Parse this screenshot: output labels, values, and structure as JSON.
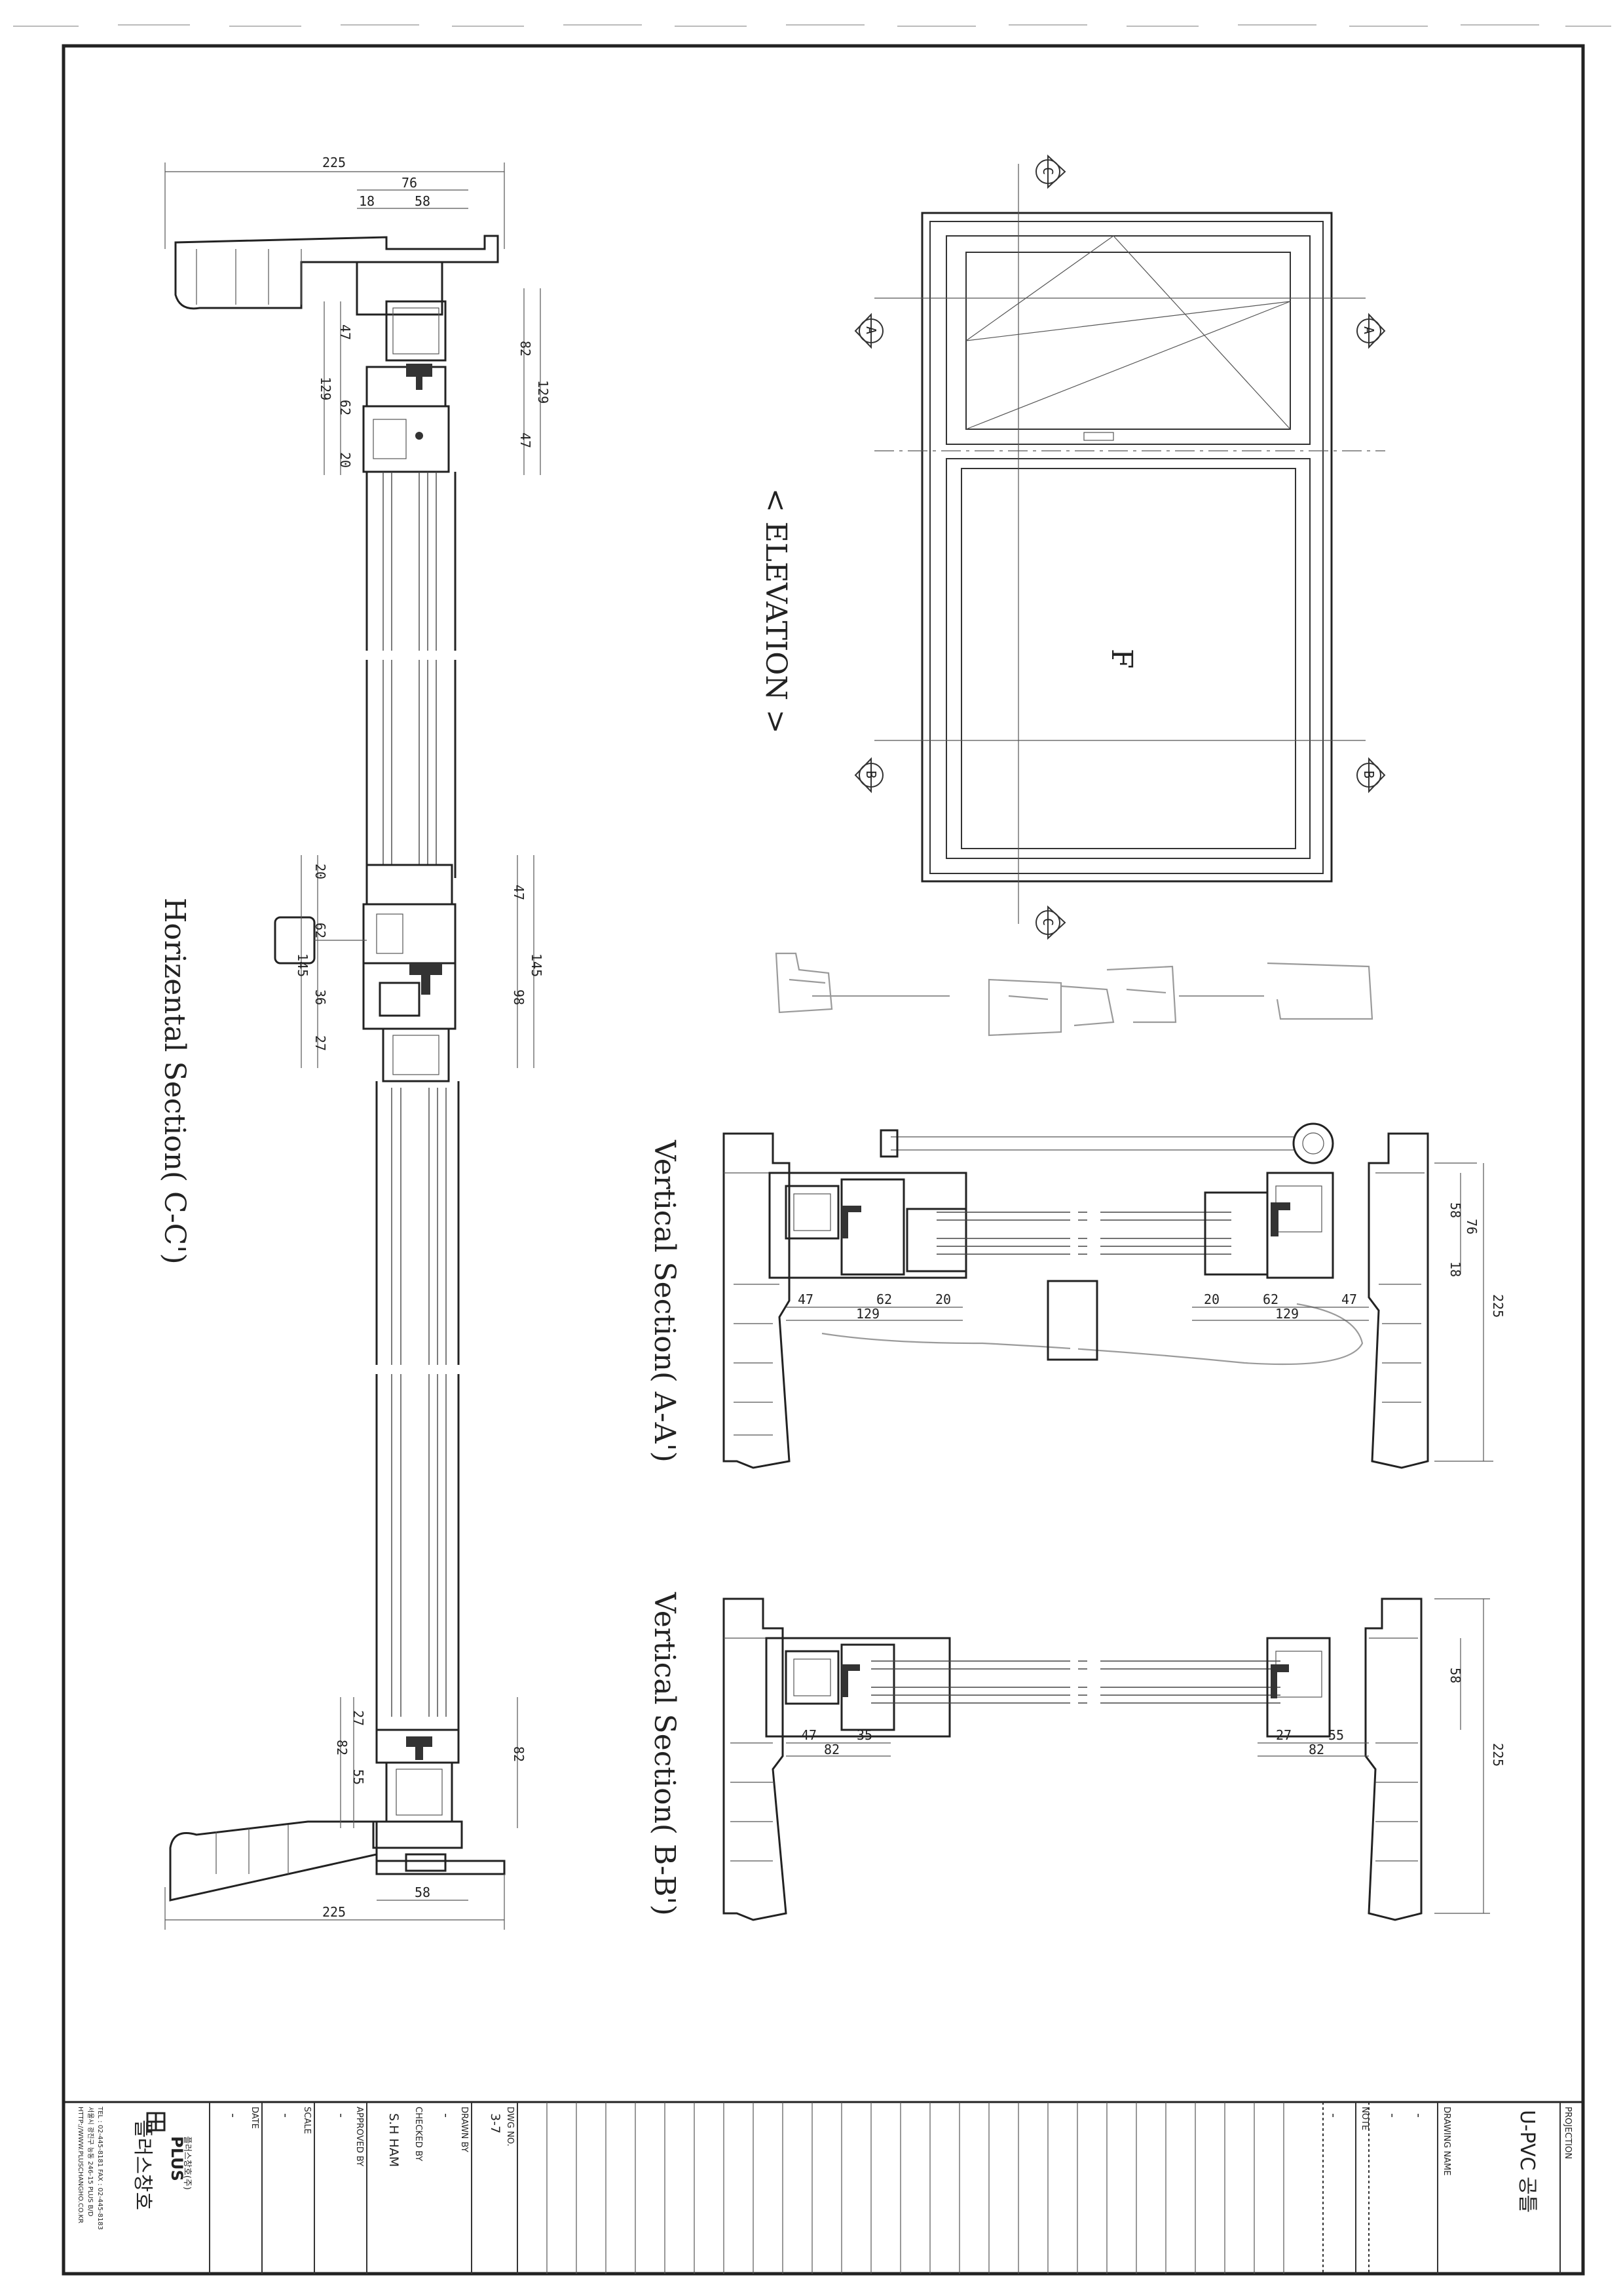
{
  "elevation": {
    "title": "< ELEVATION >",
    "fixed_label": "F",
    "cut_markers": [
      "C",
      "A",
      "A",
      "C",
      "B",
      "B"
    ]
  },
  "horizontal_section": {
    "title": "Horizental Section( C-C')",
    "top_dims": [
      "225",
      "76",
      "18",
      "58"
    ],
    "upper_left_dims": [
      "47",
      "129",
      "62",
      "20"
    ],
    "upper_right_dims": [
      "82",
      "129",
      "47"
    ],
    "mid_left_dims": [
      "20",
      "62",
      "145",
      "36",
      "27"
    ],
    "mid_right_dims": [
      "47",
      "145",
      "98"
    ],
    "lower_left_dims": [
      "27",
      "82",
      "55"
    ],
    "lower_right_dims": [
      "82"
    ],
    "bottom_dims": [
      "58",
      "225"
    ]
  },
  "vertical_section_a": {
    "title": "Vertical Section( A-A')",
    "left_dims": [
      "47",
      "62",
      "20",
      "129"
    ],
    "right_dims": [
      "20",
      "62",
      "47",
      "129"
    ],
    "side_dims": [
      "58",
      "76",
      "18",
      "225"
    ]
  },
  "vertical_section_b": {
    "title": "Vertical Section( B-B')",
    "left_dims": [
      "47",
      "35",
      "82"
    ],
    "right_dims": [
      "27",
      "55",
      "82"
    ],
    "side_dims": [
      "58",
      "225"
    ]
  },
  "title_block": {
    "projection_label": "PROJECTION",
    "project_name": "U-PVC 공틀",
    "drawing_name_label": "DRAWING NAME",
    "drawing_name_values": [
      "-",
      "-"
    ],
    "note_label": "NOTE",
    "note_value": "-",
    "dwg_no_label": "DWG NO.",
    "dwg_no": "3-7",
    "drawn_by_label": "DRAWN BY",
    "drawn_by": "-",
    "checked_by_label": "CHECKED BY",
    "checked_by": "S.H HAM",
    "approved_by_label": "APPROVED BY",
    "approved_by": "-",
    "scale_label": "SCALE",
    "scale": "-",
    "date_label": "DATE",
    "date": "-",
    "company_name": "플러스창호",
    "company_brand": "PLUS",
    "company_tagline": "플러스창호(주)",
    "company_tel": "TEL : 02-445-8181  FAX : 02-445-8183",
    "company_address": "서울시 광진구 능동 246-15 PLUS B/D",
    "company_url": "HTTP://WWW.PLUSCHANGHO.CO.KR"
  }
}
